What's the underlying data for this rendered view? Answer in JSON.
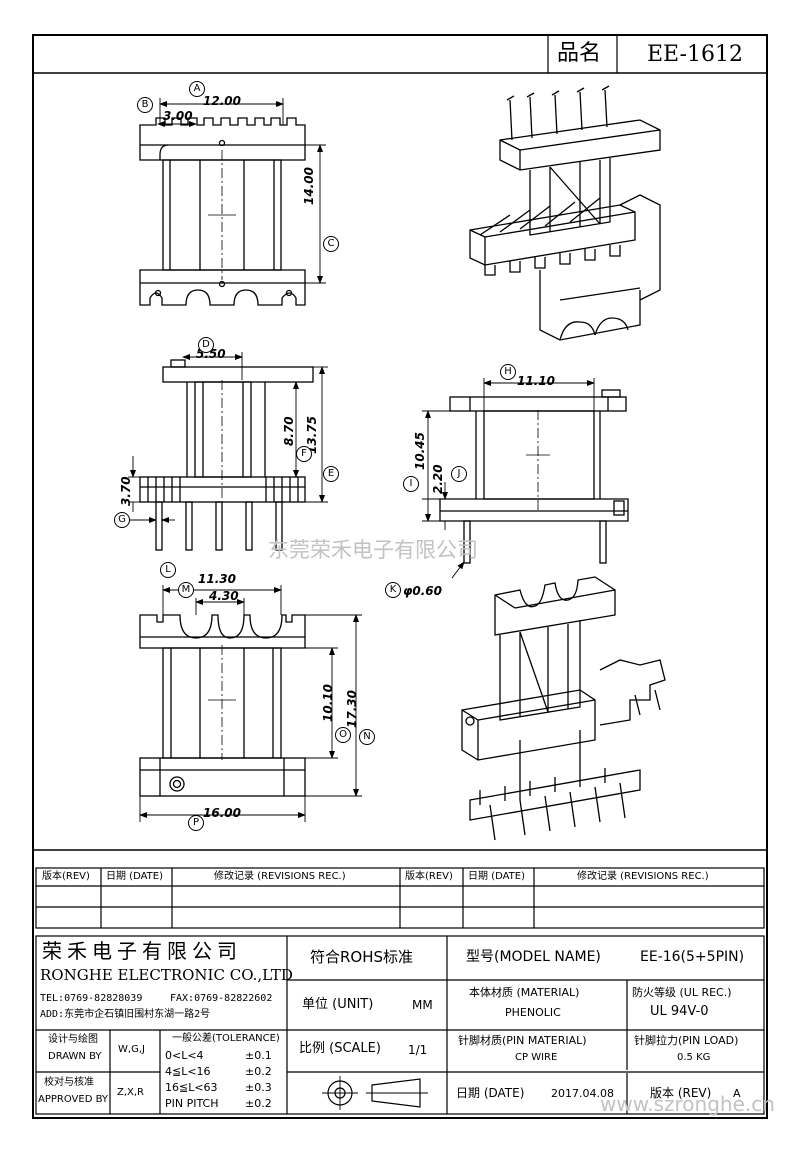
{
  "header": {
    "pin_label": "品名",
    "part_number": "EE-1612"
  },
  "watermark": {
    "company_cn": "东莞荣禾电子有限公司",
    "url": "www.szronghe.cn"
  },
  "callouts": [
    "A",
    "B",
    "C",
    "D",
    "E",
    "F",
    "G",
    "H",
    "I",
    "J",
    "K",
    "L",
    "M",
    "N",
    "O",
    "P"
  ],
  "dims": {
    "top_width": "12.00",
    "top_pitch": "3.00",
    "top_height": "14.00",
    "side_flange": "5.50",
    "side_inner": "8.70",
    "side_total": "13.75",
    "side_base": "3.70",
    "right_width": "11.10",
    "right_height": "10.45",
    "right_base": "2.20",
    "pin_dia": "φ0.60",
    "bottom_outer": "11.30",
    "bottom_slot": "4.30",
    "bottom_inner": "10.10",
    "bottom_total": "17.30",
    "bottom_width": "16.00"
  },
  "revisions": {
    "headers": [
      "版本(REV)",
      "日期 (DATE)",
      "修改记录 (REVISIONS REC.)"
    ],
    "rows": [
      [
        "",
        "",
        ""
      ],
      [
        "",
        "",
        ""
      ]
    ]
  },
  "titleblock": {
    "company_cn": "荣禾电子有限公司",
    "company_en": "RONGHE ELECTRONIC CO.,LTD",
    "tel": "TEL:0769-82828039",
    "fax": "FAX:0769-82822602",
    "address": "ADD:东莞市企石镇旧围村东湖一路2号",
    "drawn_label_cn": "设计与绘图",
    "drawn_label_en": "DRAWN BY",
    "drawn_value": "W,G,J",
    "approved_label_cn": "校对与核准",
    "approved_label_en": "APPROVED BY",
    "approved_value": "Z,X,R",
    "tolerance": {
      "title": "一般公差(TOLERANCE)",
      "rows": [
        {
          "range": "0<L<4",
          "value": "±0.1"
        },
        {
          "range": "4≦L<16",
          "value": "±0.2"
        },
        {
          "range": "16≦L<63",
          "value": "±0.3"
        },
        {
          "range": "PIN PITCH",
          "value": "±0.2"
        }
      ]
    },
    "rohs": "符合ROHS标准",
    "unit_label": "单位 (UNIT)",
    "unit_value": "MM",
    "scale_label": "比例 (SCALE)",
    "scale_value": "1/1",
    "model_label": "型号(MODEL NAME)",
    "model_value": "EE-16(5+5PIN)",
    "material_label": "本体材质 (MATERIAL)",
    "material_value": "PHENOLIC",
    "fire_label": "防火等级 (UL REC.)",
    "fire_value": "UL 94V-0",
    "pin_material_label": "针脚材质(PIN MATERIAL)",
    "pin_material_value": "CP WIRE",
    "pin_load_label": "针脚拉力(PIN LOAD)",
    "pin_load_value": "0.5 KG",
    "date_label": "日期 (DATE)",
    "date_value": "2017.04.08",
    "version_label": "版本 (REV)",
    "version_value": "A"
  }
}
